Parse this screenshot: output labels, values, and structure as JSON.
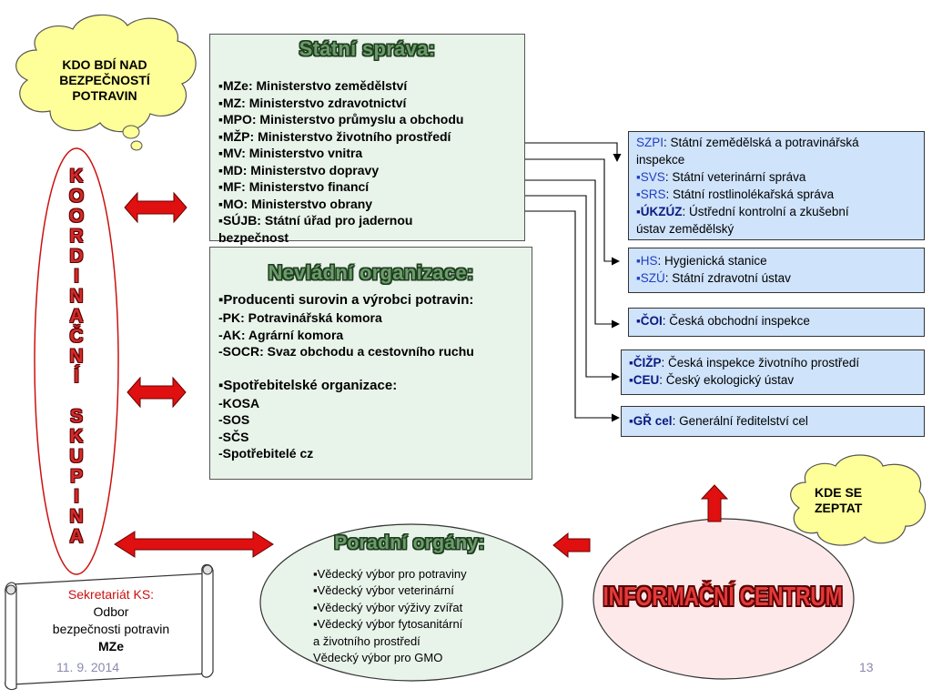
{
  "cloud_left": {
    "lines": [
      "KDO BDÍ NAD",
      "BEZPEČNOSTÍ",
      "POTRAVIN"
    ]
  },
  "cloud_right": {
    "lines": [
      "KDE SE",
      "ZEPTAT"
    ]
  },
  "vertical_label": {
    "letters": [
      "K",
      "O",
      "O",
      "R",
      "D",
      "I",
      "N",
      "A",
      "Č",
      "N",
      "Í",
      "",
      "S",
      "K",
      "U",
      "P",
      "I",
      "N",
      "A"
    ]
  },
  "state_admin": {
    "title": "Státní správa:",
    "items": [
      "▪MZe: Ministerstvo zemědělství",
      "▪MZ: Ministerstvo zdravotnictví",
      "▪MPO: Ministerstvo průmyslu a obchodu",
      "▪MŽP: Ministerstvo životního prostředí",
      "▪MV: Ministerstvo vnitra",
      "▪MD: Ministerstvo dopravy",
      "▪MF: Ministerstvo financí",
      "▪MO: Ministerstvo obrany",
      "▪SÚJB: Státní úřad pro jadernou",
      "bezpečnost"
    ]
  },
  "ngo": {
    "title": "Nevládní organizace:",
    "producers_head": "▪Producenti surovin a výrobci potravin:",
    "producers": [
      "PK: Potravinářská komora",
      "AK: Agrární komora",
      "SOCR: Svaz obchodu a cestovního ruchu"
    ],
    "consumers_head": "▪Spotřebitelské organizace:",
    "consumers": [
      "KOSA",
      "SOS",
      "SČS",
      "Spotřebitelé cz"
    ]
  },
  "agencies": [
    {
      "lines": [
        {
          "abbr": "SZPI",
          "text": ": Státní zemědělská a potravinářská"
        },
        {
          "abbr": "",
          "text": "inspekce"
        },
        {
          "abbr": "▪SVS",
          "text": ": Státní veterinární správa"
        },
        {
          "abbr": "▪SRS",
          "text": ": Státní rostlinolékařská správa"
        },
        {
          "abbr": "▪ÚKZÚZ",
          "text": ": Ústřední kontrolní a zkušební"
        },
        {
          "abbr": "",
          "text": "ústav zemědělský"
        }
      ]
    },
    {
      "lines": [
        {
          "abbr": "▪HS",
          "text": ": Hygienická stanice"
        },
        {
          "abbr": "▪SZÚ",
          "text": ": Státní zdravotní ústav"
        }
      ]
    },
    {
      "lines": [
        {
          "abbr": "▪ČOI",
          "text": ": Česká obchodní inspekce"
        }
      ]
    },
    {
      "lines": [
        {
          "abbr": "▪ČIŽP",
          "text": ": Česká inspekce životního prostředí"
        },
        {
          "abbr": "▪CEU",
          "text": ": Český ekologický ústav"
        }
      ]
    },
    {
      "lines": [
        {
          "abbr": "▪GŘ cel",
          "text": ": Generální ředitelství cel"
        }
      ]
    }
  ],
  "advisory": {
    "title": "Poradní orgány:",
    "items": [
      "▪Vědecký výbor pro potraviny",
      "▪Vědecký výbor veterinární",
      "▪Vědecký výbor výživy zvířat",
      "▪Vědecký výbor fytosanitární",
      "a životního prostředí",
      "Vědecký  výbor pro GMO"
    ]
  },
  "info_center": {
    "title": "INFORMAČNÍ CENTRUM"
  },
  "secretariat": {
    "line1": "Sekretariát KS:",
    "line2": "Odbor",
    "line3": "bezpečnosti potravin",
    "line4": "MZe"
  },
  "footer": {
    "date": "11. 9. 2014",
    "page": "13"
  },
  "colors": {
    "arrow_red": "#e01010",
    "box_green": "#e8f3ea",
    "box_blue": "#cfe3fb",
    "cloud": "#ffff99",
    "ellipse_pink": "#fde9e9",
    "ellipse_green": "#e8f3ea"
  }
}
